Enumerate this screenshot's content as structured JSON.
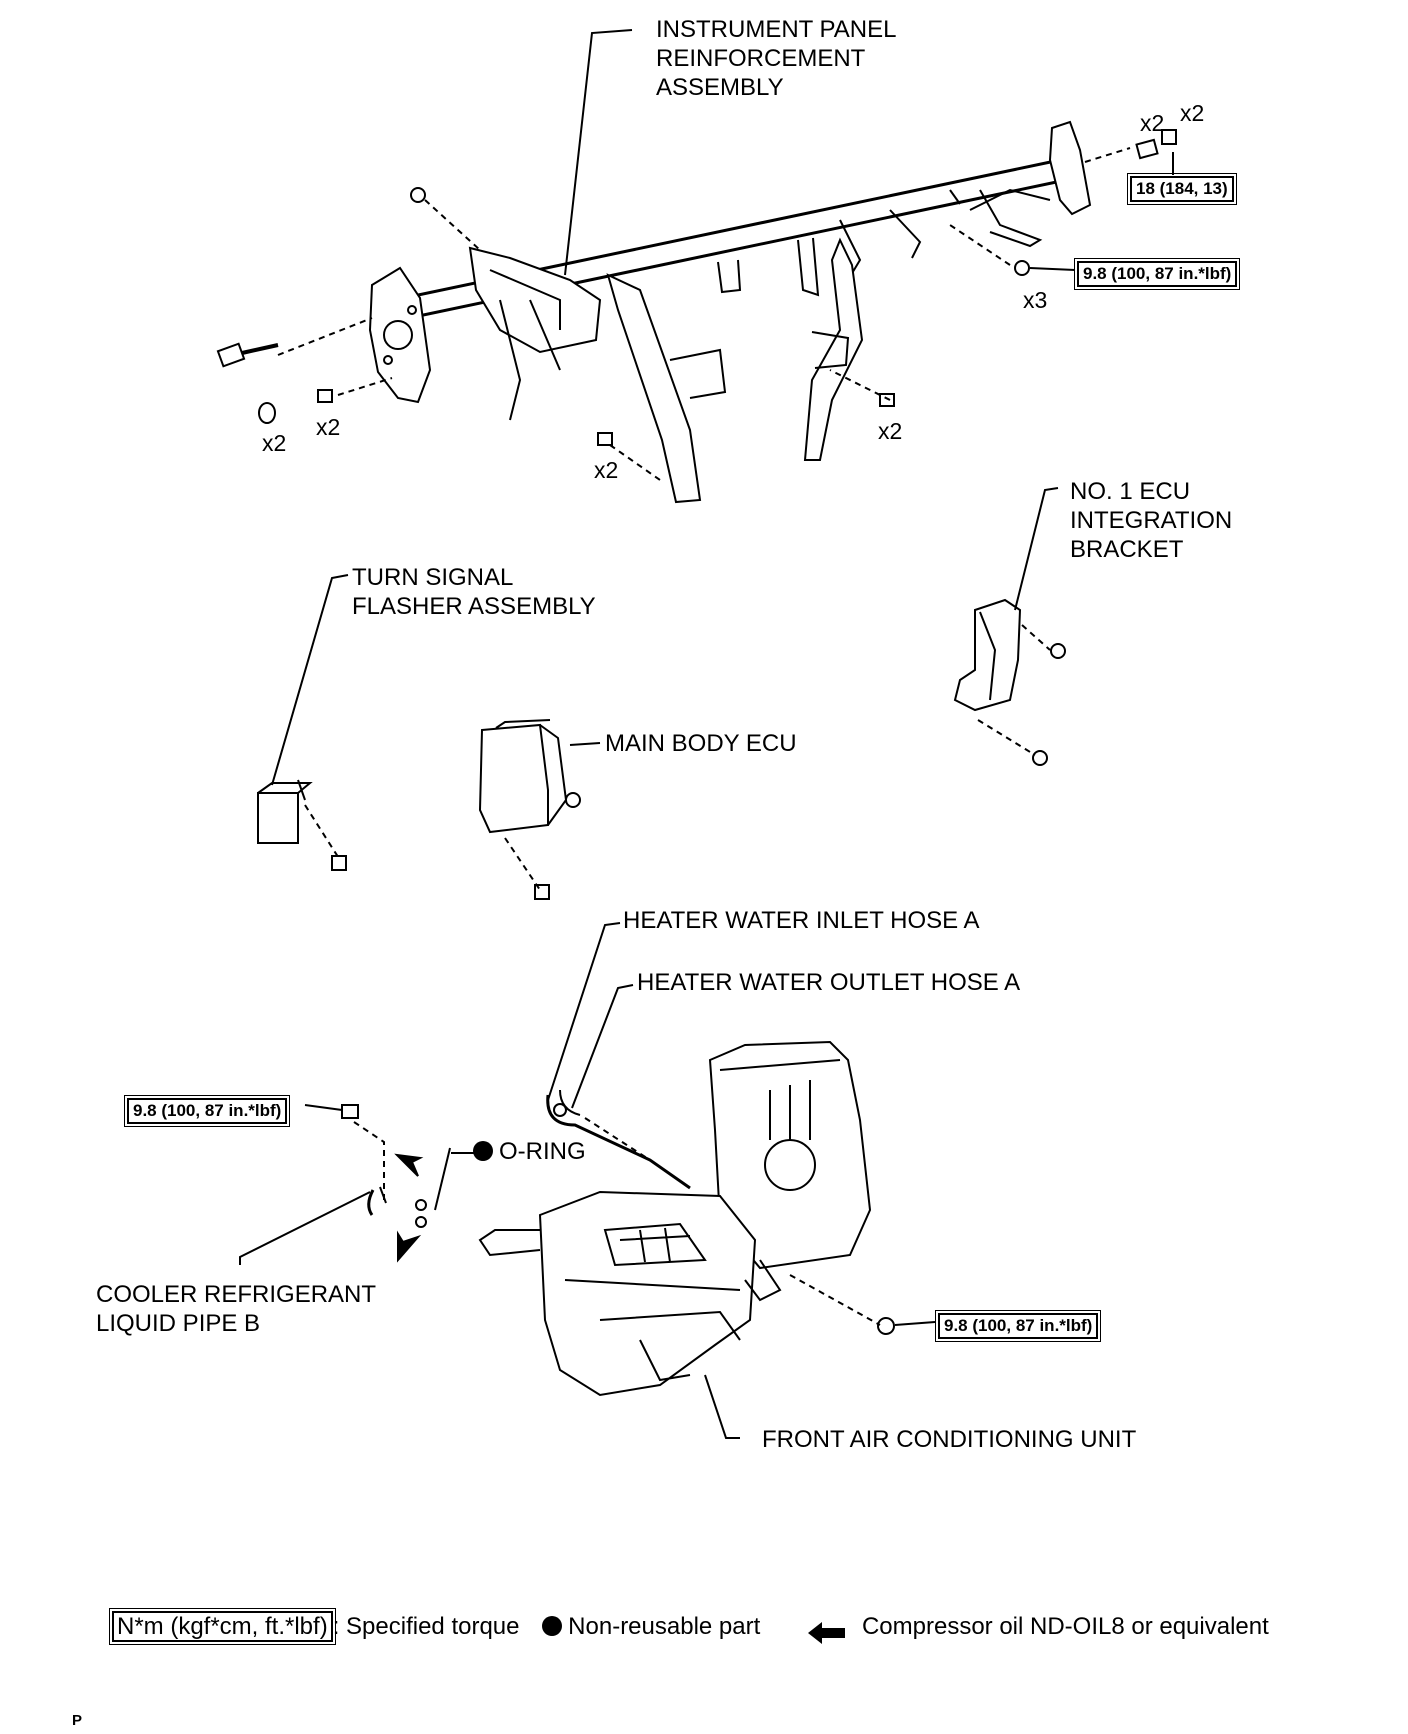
{
  "labels": {
    "ip_reinforcement": [
      "INSTRUMENT PANEL",
      "REINFORCEMENT",
      "ASSEMBLY"
    ],
    "ecu_bracket": [
      "NO. 1 ECU",
      "INTEGRATION",
      "BRACKET"
    ],
    "turn_signal": [
      "TURN SIGNAL",
      "FLASHER ASSEMBLY"
    ],
    "main_body_ecu": "MAIN BODY ECU",
    "heater_inlet": "HEATER WATER INLET HOSE A",
    "heater_outlet": "HEATER WATER OUTLET HOSE A",
    "o_ring": "O-RING",
    "cooler_pipe": [
      "COOLER REFRIGERANT",
      "LIQUID PIPE B"
    ],
    "front_ac": "FRONT AIR CONDITIONING UNIT"
  },
  "torques": {
    "right_end": "18 (184, 13)",
    "right_bolts": "9.8 (100, 87 in.*lbf)",
    "pipe_bolt": "9.8 (100, 87 in.*lbf)",
    "ac_nut": "9.8 (100, 87 in.*lbf)"
  },
  "counts": {
    "collar_right": "x2",
    "bolt_right": "x2",
    "bolts_right3": "x3",
    "collar_left": "x2",
    "bolt_left": "x2",
    "bolt_center": "x2",
    "bolt_mid": "x2"
  },
  "legend": {
    "torque_box": "N*m (kgf*cm, ft.*lbf)",
    "torque_text": ": Specified torque",
    "nonreusable": "Non-reusable part",
    "oil": "Compressor oil ND-OIL8 or equivalent"
  },
  "footer": "P"
}
